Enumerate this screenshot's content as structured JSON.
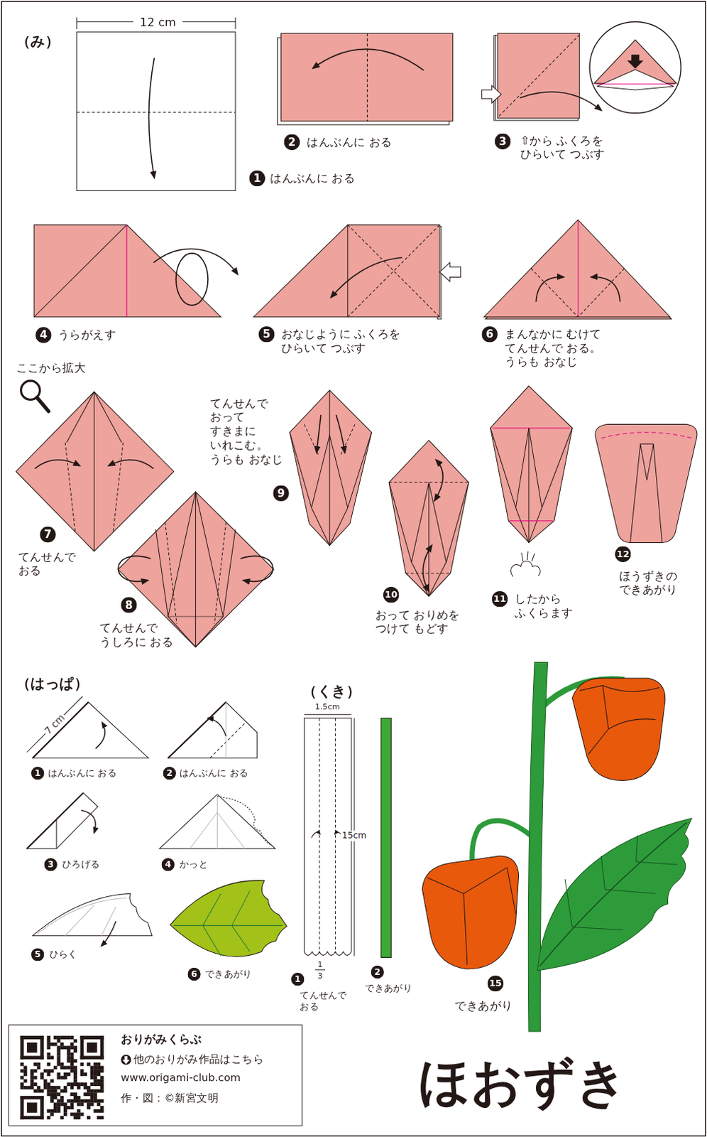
{
  "diagram": {
    "title": "ほおずき",
    "nodes": [
      {
        "text": [
          "1"
        ]
      },
      {
        "text": [
          "2"
        ]
      },
      {
        "text": [
          "3"
        ]
      },
      {
        "text": [
          "4"
        ]
      },
      {
        "text": [
          "5"
        ]
      },
      {
        "text": [
          "6"
        ]
      },
      {
        "text": [
          "7"
        ]
      },
      {
        "text": [
          "8"
        ]
      },
      {
        "text": [
          "9"
        ]
      },
      {
        "text": [
          "10"
        ]
      },
      {
        "text": [
          "11"
        ]
      },
      {
        "text": [
          "12"
        ]
      },
      {
        "text": [
          "1"
        ]
      },
      {
        "text": [
          "2"
        ]
      },
      {
        "text": [
          "3"
        ]
      },
      {
        "text": [
          "4"
        ]
      },
      {
        "text": [
          "5"
        ]
      },
      {
        "text": [
          "6"
        ]
      },
      {
        "text": [
          "1"
        ]
      },
      {
        "text": [
          "2"
        ]
      },
      {
        "text": [
          "15"
        ]
      },
      {
        "text": [
          "おりがみくらぶ",
          "他のおりがみ作品はこちら",
          "www.origami-club.com",
          "作・図：©新宮文明"
        ]
      }
    ],
    "labels": [
      "（み）",
      "12 cm",
      "はんぶんに おる",
      "はんぶんに おる",
      "⇧から ふくろを ひらいて つぶす",
      "うらがえす",
      "おなじように ふくろを ひらいて つぶす",
      "まんなかに むけて てんせんで おる。 うらも おなじ",
      "ここから拡大",
      "てんせんで おる",
      "てんせんで うしろに おる",
      "てんせんで おって すきまに いれこむ。 うらも おなじ",
      "おって おりめを つけて もどす",
      "したから ふくらます",
      "ほうずきの できあがり",
      "（はっぱ）",
      "7 cm",
      "はんぶんに おる",
      "はんぶんに おる",
      "ひろげる",
      "かっと",
      "ひらく",
      "できあがり",
      "（くき）",
      "1.5cm",
      "15cm",
      "1",
      "3",
      "てんせんで おる",
      "できあがり",
      "できあがり"
    ]
  }
}
